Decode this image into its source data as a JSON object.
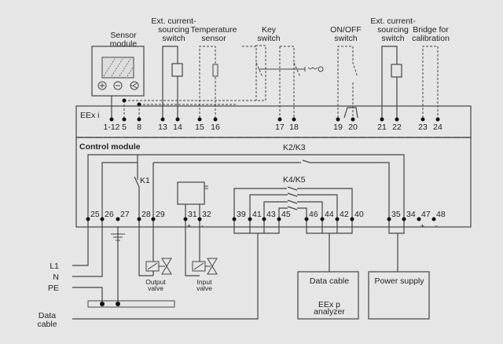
{
  "devices": {
    "sensor_module": "Sensor module",
    "ext_switch_1": [
      "Ext. current-",
      "sourcing",
      "switch"
    ],
    "temperature_sensor": [
      "Temperature",
      "sensor"
    ],
    "key_switch": [
      "Key",
      "switch"
    ],
    "on_off_switch": [
      "ON/OFF",
      "switch"
    ],
    "ext_switch_2": [
      "Ext. current-",
      "sourcing",
      "switch"
    ],
    "bridge": [
      "Bridge for",
      "calibration"
    ]
  },
  "eex_i": {
    "label": "EEx i",
    "terminals": [
      "1-12",
      "5",
      "8",
      "13",
      "14",
      "15",
      "16",
      "17",
      "18",
      "19",
      "20",
      "21",
      "22",
      "23",
      "24"
    ]
  },
  "control_module": {
    "label": "Control module",
    "relays": [
      "K1",
      "K2/K3",
      "K4/K5"
    ],
    "terminals": [
      "25",
      "26",
      "27",
      "28",
      "29",
      "31",
      "32",
      "39",
      "41",
      "43",
      "45",
      "46",
      "44",
      "42",
      "40",
      "35",
      "34",
      "47",
      "48"
    ],
    "polarity": [
      "+",
      "-",
      "+",
      "-"
    ]
  },
  "external": {
    "lines": [
      "L1",
      "N",
      "PE"
    ],
    "data_cable": [
      "Data",
      "cable"
    ],
    "output_valve": [
      "Output",
      "valve"
    ],
    "input_valve": [
      "Input",
      "valve"
    ],
    "analyzer_box": {
      "title": "Data cable",
      "sub": [
        "EEx p",
        "analyzer"
      ]
    },
    "power_box": "Power supply"
  }
}
